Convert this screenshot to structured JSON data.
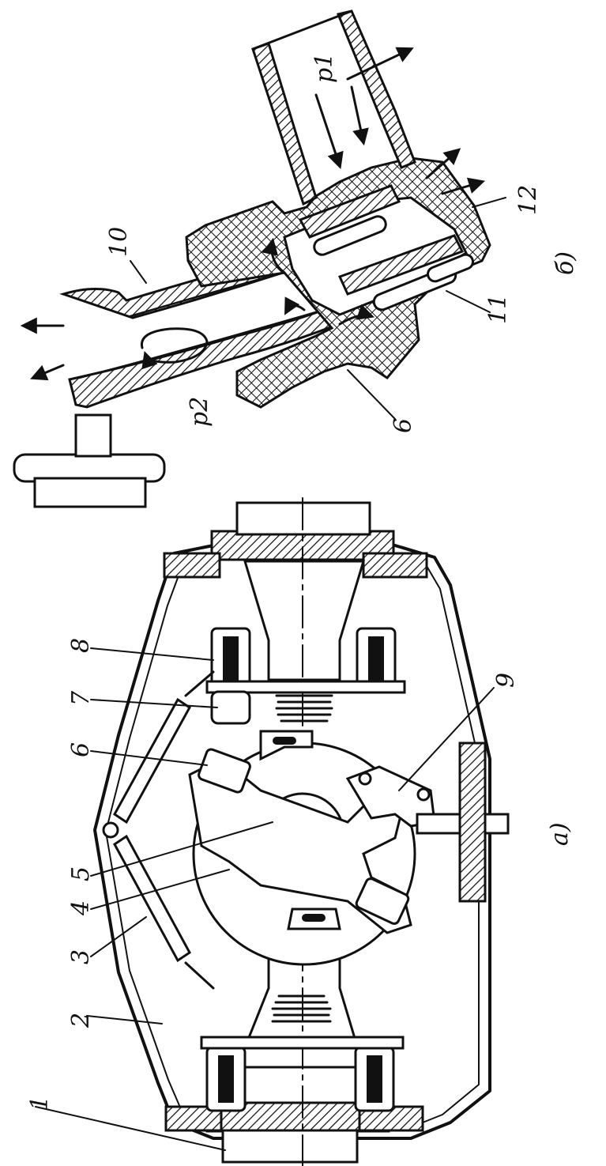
{
  "figure": {
    "part_a": {
      "caption": "а)",
      "labels": [
        "1",
        "2",
        "3",
        "4",
        "5",
        "6",
        "7",
        "8",
        "9"
      ]
    },
    "part_b": {
      "caption": "б)",
      "labels": [
        "10",
        "11",
        "12",
        "6"
      ],
      "pressure_in": "p1",
      "pressure_out": "p2"
    }
  }
}
